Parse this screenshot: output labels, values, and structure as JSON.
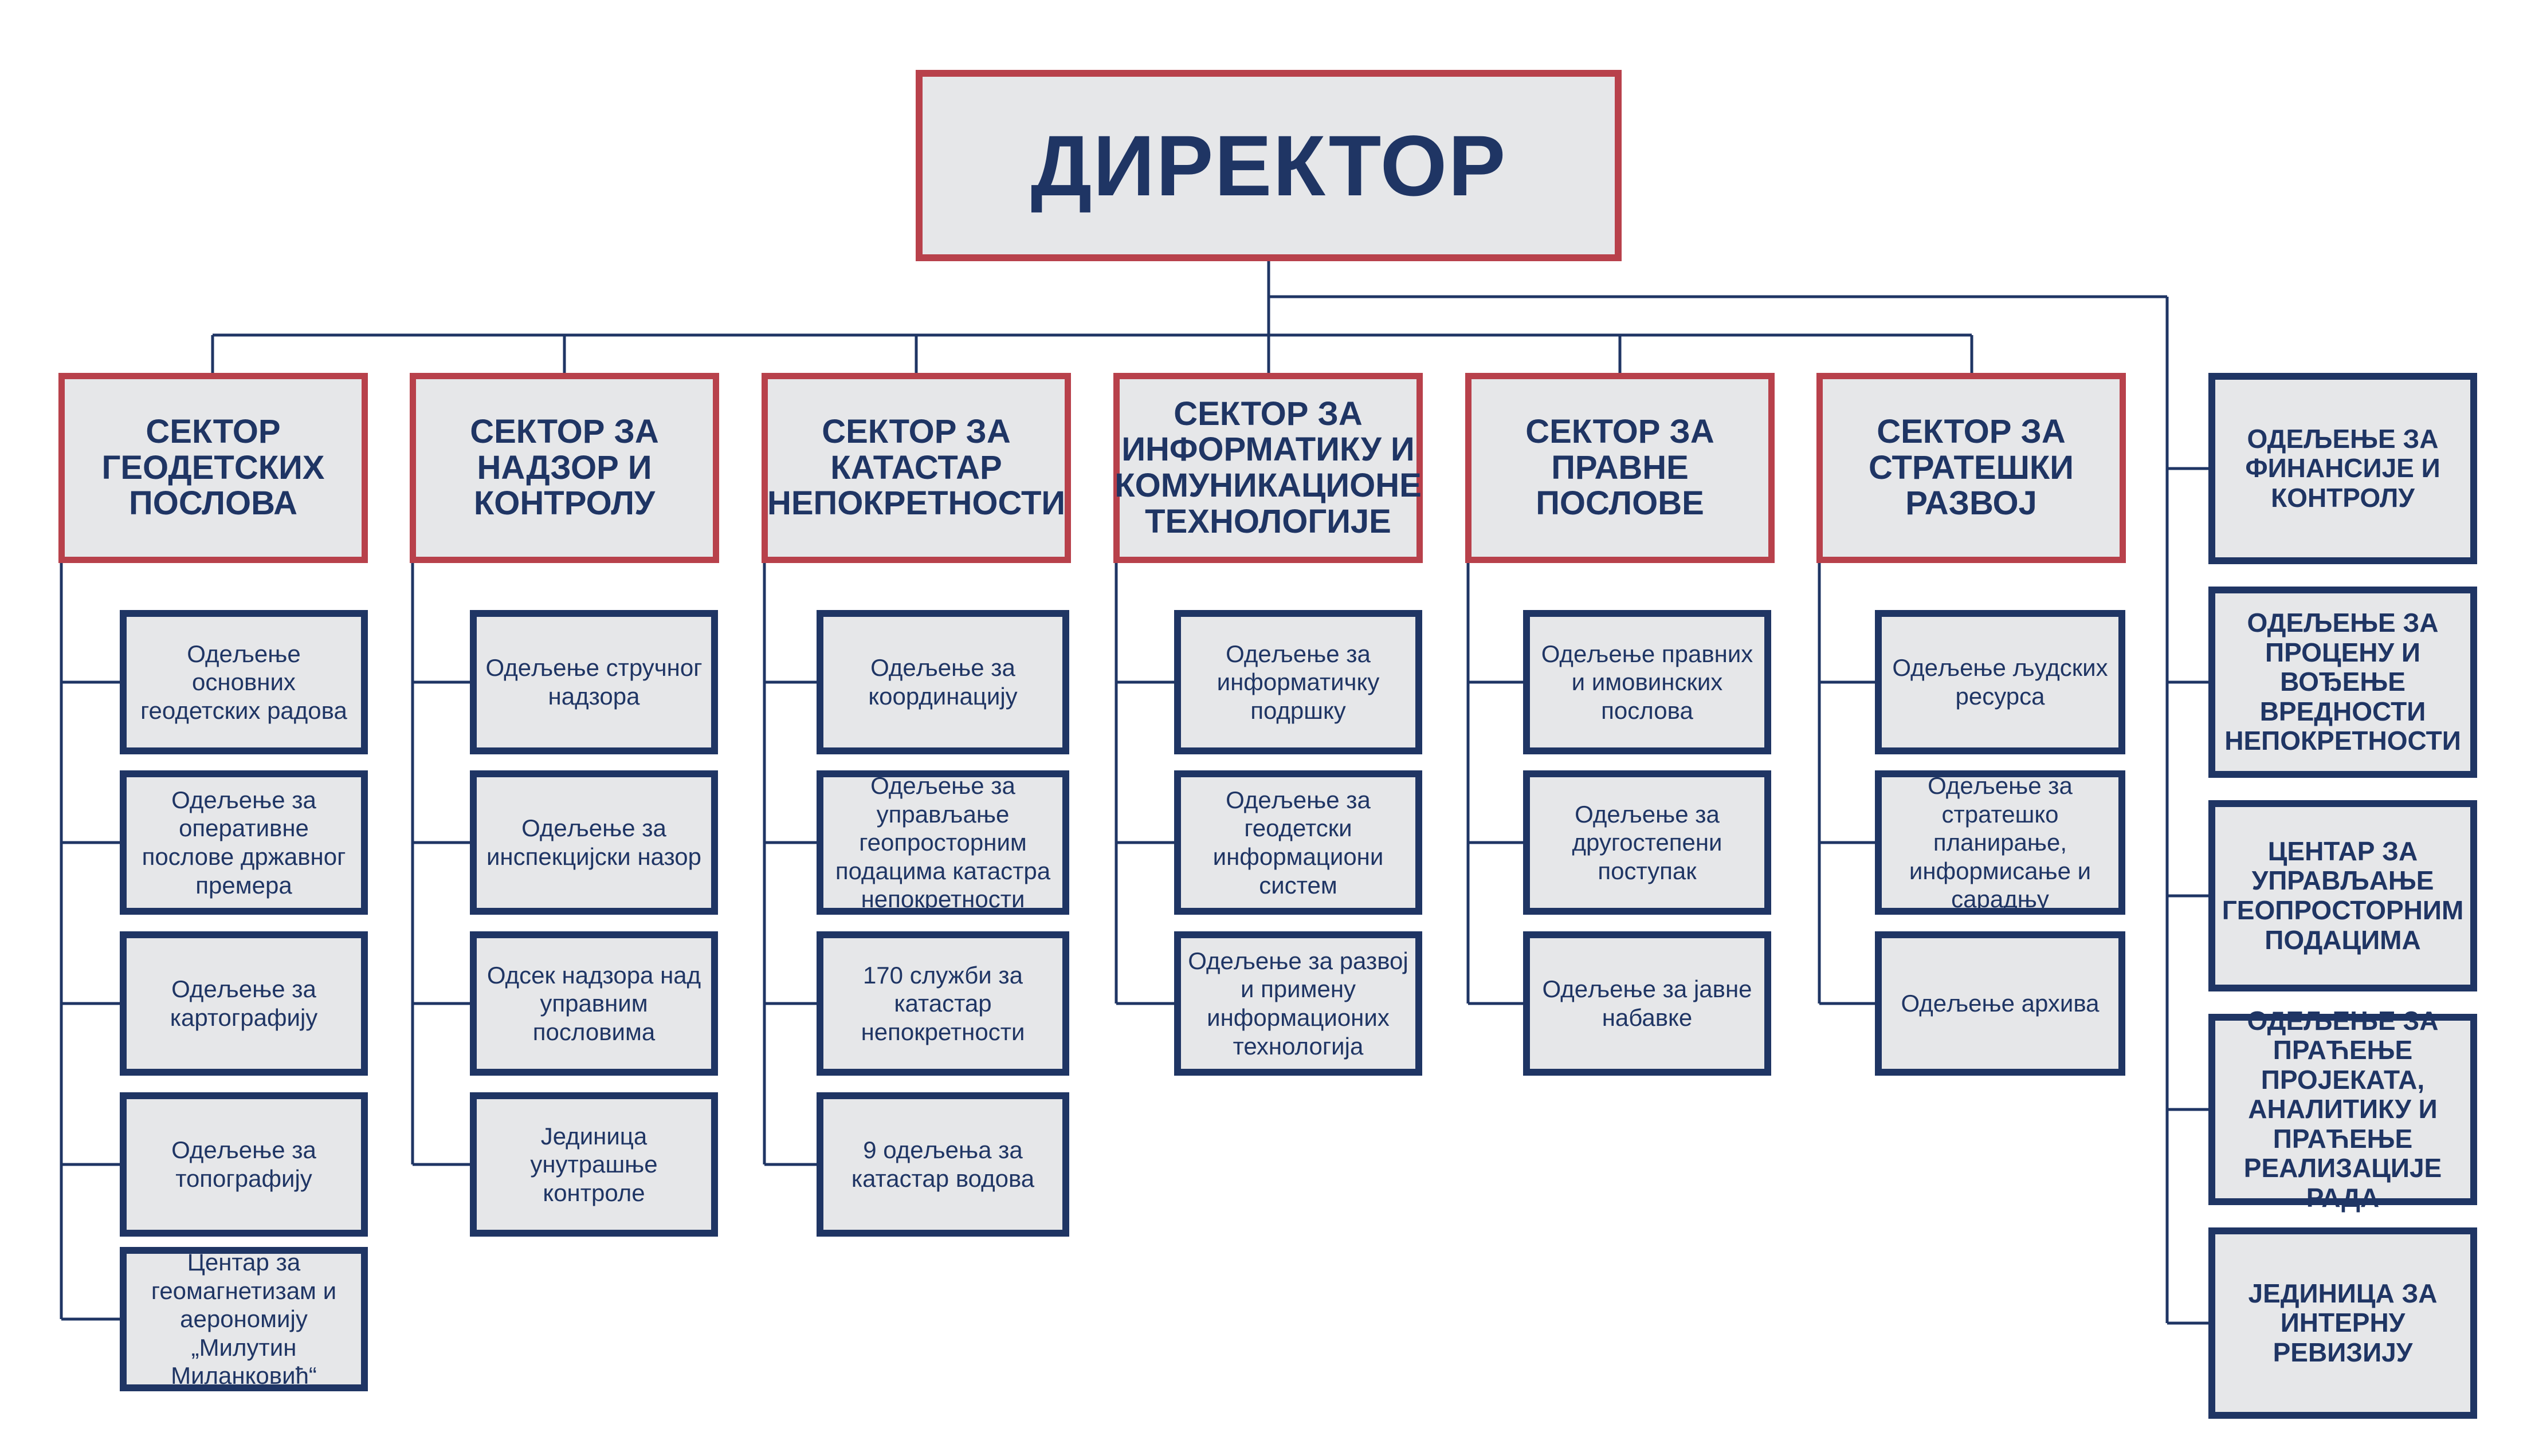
{
  "director": {
    "label": "ДИРЕКТОР"
  },
  "sectors": [
    {
      "label": "СЕКТОР ГЕОДЕТСКИХ ПОСЛОВА",
      "departments": [
        "Одељење основних геодетских радова",
        "Одељење за оперативне послове државног премера",
        "Одељење за картографију",
        "Одељење за топографију",
        "Центар за геомагнетизам и аерономију „Милутин Миланковић“"
      ]
    },
    {
      "label": "СЕКТОР ЗА НАДЗОР И КОНТРОЛУ",
      "departments": [
        "Одељење стручног надзора",
        "Одељење за инспекцијски назор",
        "Одсек надзора над управним пословима",
        "Јединица унутрашње контроле"
      ]
    },
    {
      "label": "СЕКТОР ЗА КАТАСТАР НЕПОКРЕТНОСТИ",
      "departments": [
        "Одељење за координацију",
        "Одељење за управљање геопросторним подацима катастра непокретности",
        "170 служби за катастар непокретности",
        "9 одељења за катастар водова"
      ]
    },
    {
      "label": "СЕКТОР ЗА ИНФОРМАТИКУ И КОМУНИКАЦИОНЕ ТЕХНОЛОГИЈЕ",
      "departments": [
        "Одељење за информатичку подршку",
        "Одељење за геодетски информациони систем",
        "Одељење за развој и примену информационих технологија"
      ]
    },
    {
      "label": "СЕКТОР ЗА ПРАВНЕ ПОСЛОВЕ",
      "departments": [
        "Одељење правних и имовинских послова",
        "Одељење за другостепени поступак",
        "Одељење за јавне набавке"
      ]
    },
    {
      "label": "СЕКТОР ЗА СТРАТЕШКИ РАЗВОЈ",
      "departments": [
        "Одељење људских ресурса",
        "Одељење за стратешко планирање, информисање и сарадњу",
        "Одељење архива"
      ]
    }
  ],
  "standalone_units": [
    "ОДЕЉЕЊЕ ЗА ФИНАНСИЈЕ И КОНТРОЛУ",
    "ОДЕЉЕЊЕ ЗА ПРОЦЕНУ И ВОЂЕЊЕ ВРЕДНОСТИ НЕПОКРЕТНОСТИ",
    "ЦЕНТАР ЗА УПРАВЉАЊЕ ГЕОПРОСТОРНИМ ПОДАЦИМА",
    "ОДЕЉЕЊЕ ЗА ПРАЋЕЊЕ ПРОЈЕКАТА, АНАЛИТИКУ И ПРАЋЕЊЕ РЕАЛИЗАЦИЈЕ РАДА",
    "ЈЕДИНИЦА ЗА ИНТЕРНУ РЕВИЗИЈУ"
  ],
  "colors": {
    "navy": "#1f3564",
    "red": "#b8414b",
    "box_fill": "#e6e7e9"
  }
}
